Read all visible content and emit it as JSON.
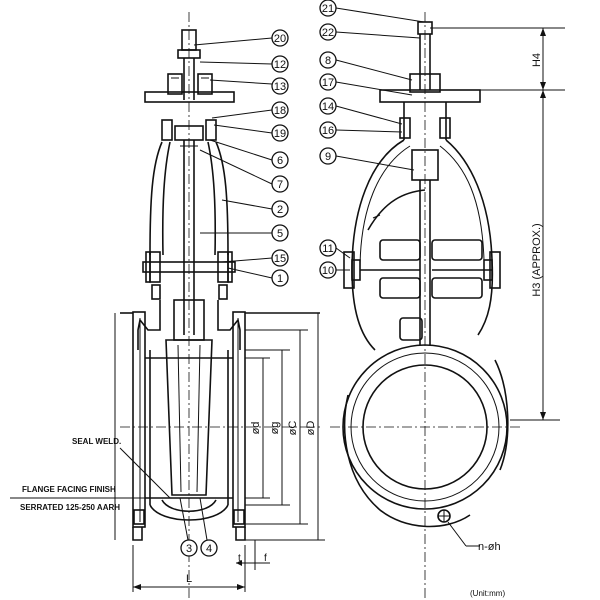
{
  "callouts_left": [
    "20",
    "12",
    "13",
    "18",
    "19",
    "6",
    "7",
    "2",
    "5",
    "15",
    "1"
  ],
  "callouts_right": [
    "21",
    "22",
    "8",
    "17",
    "14",
    "16",
    "9",
    "11",
    "10"
  ],
  "callouts_bottom": [
    "3",
    "4"
  ],
  "notes": {
    "seal_weld": "SEAL WELD.",
    "flange_finish_1": "FLANGE FACING FINISH",
    "flange_finish_2": "SERRATED 125-250 AARH"
  },
  "dimensions": {
    "d": "ød",
    "g": "øg",
    "C": "øC",
    "D": "øD",
    "L": "L",
    "t": "t",
    "f": "f",
    "H3": "H3 (APPROX.)",
    "H4": "H4",
    "holes": "n-øh"
  },
  "unit": "(Unit:mm)"
}
